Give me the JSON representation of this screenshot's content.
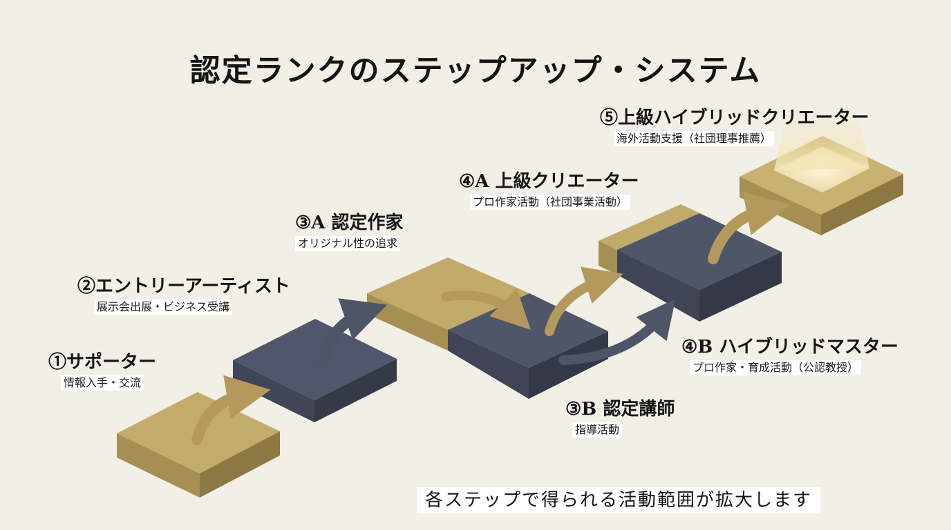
{
  "title": "認定ランクのステップアップ・システム",
  "steps": {
    "s1": {
      "name": "①サポーター",
      "desc": "情報入手・交流"
    },
    "s2": {
      "name": "②エントリーアーティスト",
      "desc": "展示会出展・ビジネス受講"
    },
    "s3a": {
      "name": "③A 認定作家",
      "desc": "オリジナル性の追求"
    },
    "s3b": {
      "name": "③B 認定講師",
      "desc": "指導活動"
    },
    "s4a": {
      "name": "④A 上級クリエーター",
      "desc": "プロ作家活動（社団事業活動）"
    },
    "s4b": {
      "name": "④B ハイブリッドマスター",
      "desc": "プロ作家・育成活動（公認教授）"
    },
    "s5": {
      "name": "⑤上級ハイブリッドクリエーター",
      "desc": "海外活動支援（社団理事推薦）"
    }
  },
  "footer": "各ステップで得られる活動範囲が拡大します",
  "colors": {
    "background": "#f1efe6",
    "gold_top": "#c2aa6c",
    "navy_top": "#4f5667",
    "arrow": "#b39a5c",
    "arrow_navy": "#4e5566"
  }
}
